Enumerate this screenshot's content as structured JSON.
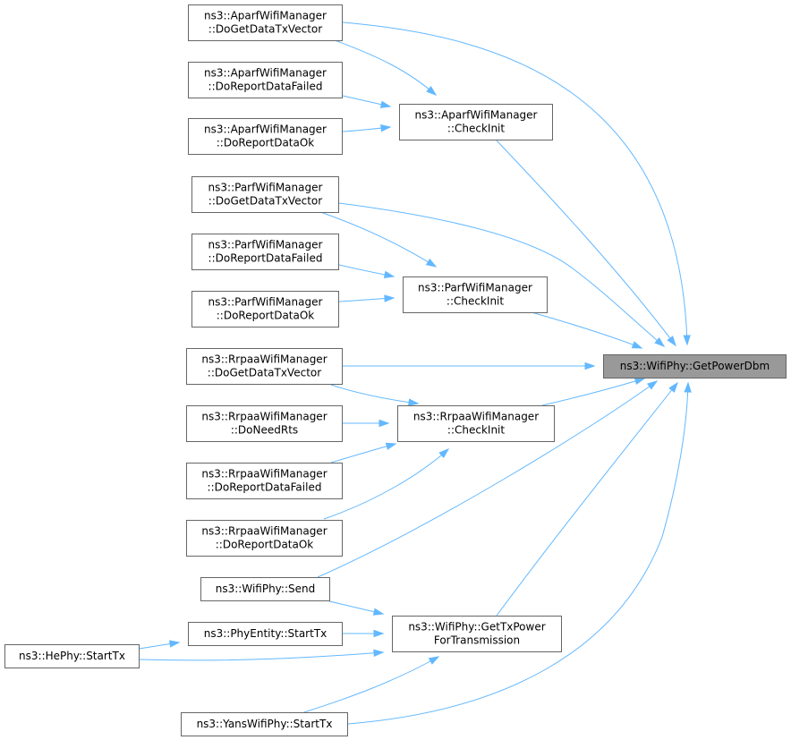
{
  "diagram": {
    "nodes": [
      {
        "id": "target",
        "lines": [
          "ns3::WifiPhy::GetPowerDbm"
        ],
        "highlight": true
      },
      {
        "id": "aparf_dogetdatatxvector",
        "lines": [
          "ns3::AparfWifiManager",
          "::DoGetDataTxVector"
        ]
      },
      {
        "id": "aparf_doreportdatafailed",
        "lines": [
          "ns3::AparfWifiManager",
          "::DoReportDataFailed"
        ]
      },
      {
        "id": "aparf_doreportdataok",
        "lines": [
          "ns3::AparfWifiManager",
          "::DoReportDataOk"
        ]
      },
      {
        "id": "aparf_checkinit",
        "lines": [
          "ns3::AparfWifiManager",
          "::CheckInit"
        ]
      },
      {
        "id": "parf_dogetdatatxvector",
        "lines": [
          "ns3::ParfWifiManager",
          "::DoGetDataTxVector"
        ]
      },
      {
        "id": "parf_doreportdatafailed",
        "lines": [
          "ns3::ParfWifiManager",
          "::DoReportDataFailed"
        ]
      },
      {
        "id": "parf_doreportdataok",
        "lines": [
          "ns3::ParfWifiManager",
          "::DoReportDataOk"
        ]
      },
      {
        "id": "parf_checkinit",
        "lines": [
          "ns3::ParfWifiManager",
          "::CheckInit"
        ]
      },
      {
        "id": "rrpaa_dogetdatatxvector",
        "lines": [
          "ns3::RrpaaWifiManager",
          "::DoGetDataTxVector"
        ]
      },
      {
        "id": "rrpaa_doneedrts",
        "lines": [
          "ns3::RrpaaWifiManager",
          "::DoNeedRts"
        ]
      },
      {
        "id": "rrpaa_doreportdatafailed",
        "lines": [
          "ns3::RrpaaWifiManager",
          "::DoReportDataFailed"
        ]
      },
      {
        "id": "rrpaa_doreportdataok",
        "lines": [
          "ns3::RrpaaWifiManager",
          "::DoReportDataOk"
        ]
      },
      {
        "id": "rrpaa_checkinit",
        "lines": [
          "ns3::RrpaaWifiManager",
          "::CheckInit"
        ]
      },
      {
        "id": "wifiphy_send",
        "lines": [
          "ns3::WifiPhy::Send"
        ]
      },
      {
        "id": "phyentity_starttx",
        "lines": [
          "ns3::PhyEntity::StartTx"
        ]
      },
      {
        "id": "hephy_starttx",
        "lines": [
          "ns3::HePhy::StartTx"
        ]
      },
      {
        "id": "gettxpower",
        "lines": [
          "ns3::WifiPhy::GetTxPower",
          "ForTransmission"
        ]
      },
      {
        "id": "yans_starttx",
        "lines": [
          "ns3::YansWifiPhy::StartTx"
        ]
      }
    ],
    "edges": [
      {
        "from": "aparf_dogetdatatxvector",
        "to": "target"
      },
      {
        "from": "aparf_dogetdatatxvector",
        "to": "aparf_checkinit"
      },
      {
        "from": "aparf_doreportdatafailed",
        "to": "aparf_checkinit"
      },
      {
        "from": "aparf_doreportdataok",
        "to": "aparf_checkinit"
      },
      {
        "from": "aparf_checkinit",
        "to": "target"
      },
      {
        "from": "parf_dogetdatatxvector",
        "to": "target"
      },
      {
        "from": "parf_dogetdatatxvector",
        "to": "parf_checkinit"
      },
      {
        "from": "parf_doreportdatafailed",
        "to": "parf_checkinit"
      },
      {
        "from": "parf_doreportdataok",
        "to": "parf_checkinit"
      },
      {
        "from": "parf_checkinit",
        "to": "target"
      },
      {
        "from": "rrpaa_dogetdatatxvector",
        "to": "target"
      },
      {
        "from": "rrpaa_dogetdatatxvector",
        "to": "rrpaa_checkinit"
      },
      {
        "from": "rrpaa_doneedrts",
        "to": "rrpaa_checkinit"
      },
      {
        "from": "rrpaa_doreportdatafailed",
        "to": "rrpaa_checkinit"
      },
      {
        "from": "rrpaa_doreportdataok",
        "to": "rrpaa_checkinit"
      },
      {
        "from": "rrpaa_checkinit",
        "to": "target"
      },
      {
        "from": "wifiphy_send",
        "to": "target"
      },
      {
        "from": "wifiphy_send",
        "to": "gettxpower"
      },
      {
        "from": "phyentity_starttx",
        "to": "gettxpower"
      },
      {
        "from": "hephy_starttx",
        "to": "phyentity_starttx"
      },
      {
        "from": "hephy_starttx",
        "to": "gettxpower"
      },
      {
        "from": "gettxpower",
        "to": "target"
      },
      {
        "from": "yans_starttx",
        "to": "target"
      },
      {
        "from": "yans_starttx",
        "to": "gettxpower"
      }
    ],
    "colors": {
      "edge": "#63b8ff",
      "node_border": "#666666",
      "highlight_fill": "#999999"
    }
  }
}
